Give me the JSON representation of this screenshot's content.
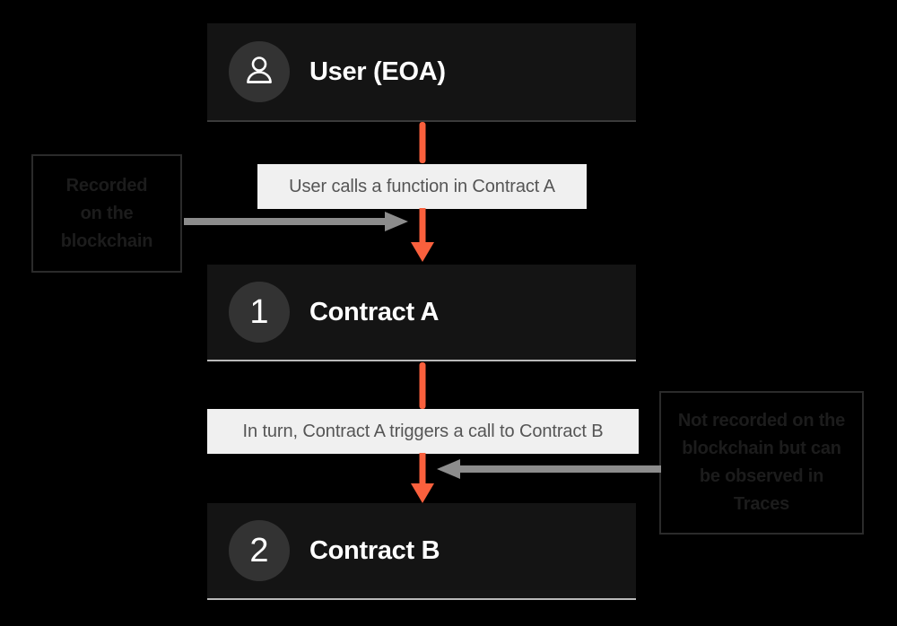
{
  "diagram": {
    "title_semantic": "contract-call-flow",
    "background_color": "#000000",
    "accent_color": "#F9603D",
    "gray_arrow_color": "#8c8c8c",
    "node_fill": "#141414",
    "badge_fill": "#333333",
    "caption_fill": "#f0f0f0",
    "caption_text_color": "#555555",
    "note_text_color": "#1c1c1c",
    "note_border_color": "#2b2b2b"
  },
  "nodes": [
    {
      "id": "user",
      "icon": "user-person-icon",
      "badge": "",
      "label": "User (EOA)"
    },
    {
      "id": "contract-a",
      "icon": "number-badge-icon",
      "badge": "1",
      "label": "Contract A"
    },
    {
      "id": "contract-b",
      "icon": "number-badge-icon",
      "badge": "2",
      "label": "Contract B"
    }
  ],
  "captions": [
    {
      "id": "caption-user-to-a",
      "text": "User calls a function in Contract A"
    },
    {
      "id": "caption-a-to-b",
      "text": "In turn, Contract A triggers a call to Contract B"
    }
  ],
  "notes": [
    {
      "id": "note-recorded",
      "lines": [
        "Recorded",
        "on the",
        "blockchain"
      ],
      "text": "Recorded on the blockchain"
    },
    {
      "id": "note-not-recorded",
      "lines": [
        "Not recorded on the",
        "blockchain but can",
        "be observed in",
        "Traces"
      ],
      "text": "Not recorded on the blockchain but can be observed in Traces"
    }
  ],
  "connectors": [
    {
      "id": "arrow-user-to-caption",
      "direction": "down",
      "color": "#F9603D"
    },
    {
      "id": "arrow-caption-to-contract-a",
      "direction": "down",
      "color": "#F9603D"
    },
    {
      "id": "arrow-contract-a-to-caption",
      "direction": "down",
      "color": "#F9603D"
    },
    {
      "id": "arrow-caption-to-contract-b",
      "direction": "down",
      "color": "#F9603D"
    },
    {
      "id": "arrow-note-recorded-to-flow",
      "direction": "right",
      "color": "#8c8c8c"
    },
    {
      "id": "arrow-note-not-recorded-to-flow",
      "direction": "left",
      "color": "#8c8c8c"
    }
  ]
}
